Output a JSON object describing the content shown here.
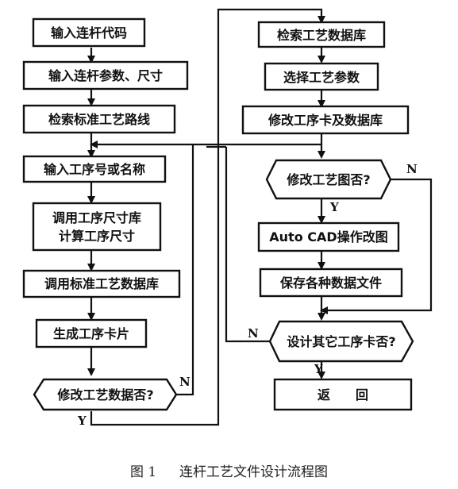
{
  "diagram": {
    "left_column": [
      {
        "id": "L1",
        "text": "输入连杆代码"
      },
      {
        "id": "L2",
        "text": "输入连杆参数、尺寸"
      },
      {
        "id": "L3",
        "text": "检索标准工艺路线"
      },
      {
        "id": "L4",
        "text": "输入工序号或名称"
      },
      {
        "id": "L5",
        "text": [
          "调用工序尺寸库",
          "计算工序尺寸"
        ]
      },
      {
        "id": "L6",
        "text": "调用标准工艺数据库"
      },
      {
        "id": "L7",
        "text": "生成工序卡片"
      },
      {
        "id": "L8",
        "text": "修改工艺数据否?",
        "shape": "decision"
      }
    ],
    "right_column": [
      {
        "id": "R1",
        "text": "检索工艺数据库"
      },
      {
        "id": "R2",
        "text": "选择工艺参数"
      },
      {
        "id": "R3",
        "text": "修改工序卡及数据库"
      },
      {
        "id": "R4",
        "text": "修改工艺图否?",
        "shape": "decision"
      },
      {
        "id": "R5",
        "text": "Auto CAD操作改图"
      },
      {
        "id": "R6",
        "text": "保存各种数据文件"
      },
      {
        "id": "R7",
        "text": "设计其它工序卡否?",
        "shape": "decision"
      },
      {
        "id": "R8",
        "text": "返　　回",
        "shape": "terminal"
      }
    ],
    "edge_labels": {
      "l8_no": "N",
      "l8_yes": "Y",
      "r4_yes": "Y",
      "r4_no": "N",
      "r7_no": "N",
      "r7_yes": "Y"
    }
  },
  "caption": {
    "figure_no": "图 1",
    "title": "连杆工艺文件设计流程图"
  }
}
